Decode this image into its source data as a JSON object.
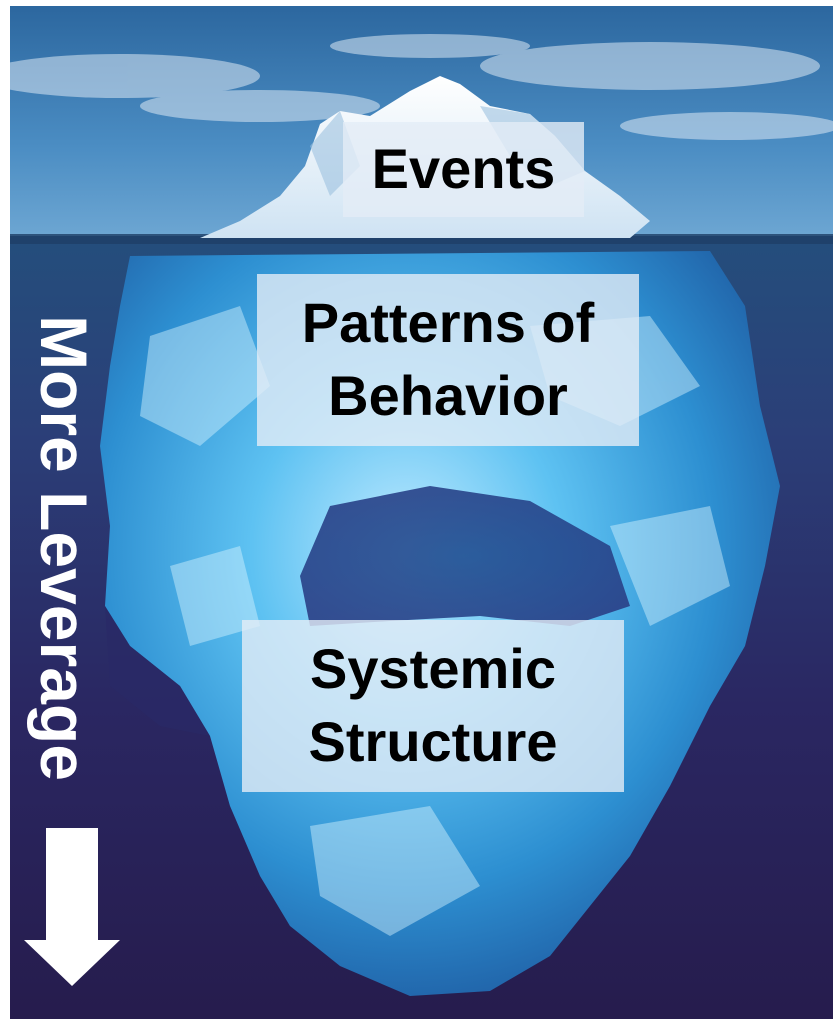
{
  "layers": {
    "events": "Events",
    "patterns_line1": "Patterns of",
    "patterns_line2": "Behavior",
    "structure_line1": "Systemic",
    "structure_line2": "Structure"
  },
  "side_label": "More Leverage",
  "colors": {
    "sky_top": "#2f6ea6",
    "sky_bottom": "#4d8fc4",
    "deep_water": "#2a1f55",
    "ice_light": "#bfe9ff",
    "ice_mid": "#33a9e6",
    "label_bg": "#e4ecf6",
    "label_text": "#000000",
    "side_text": "#ffffff"
  },
  "icons": {
    "arrow": "arrow-down-icon"
  }
}
